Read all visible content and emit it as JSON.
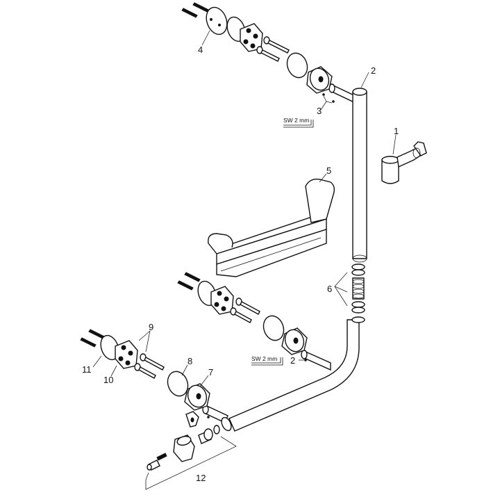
{
  "callouts": {
    "c1": "1",
    "c2a": "2",
    "c2b": "2",
    "c3": "3",
    "c4": "4",
    "c5": "5",
    "c6": "6",
    "c7": "7",
    "c8": "8",
    "c9": "9",
    "c10": "10",
    "c11": "11",
    "c12": "12"
  },
  "tool_labels": {
    "top": "SW 2 mm",
    "bottom": "SW 2 mm"
  }
}
